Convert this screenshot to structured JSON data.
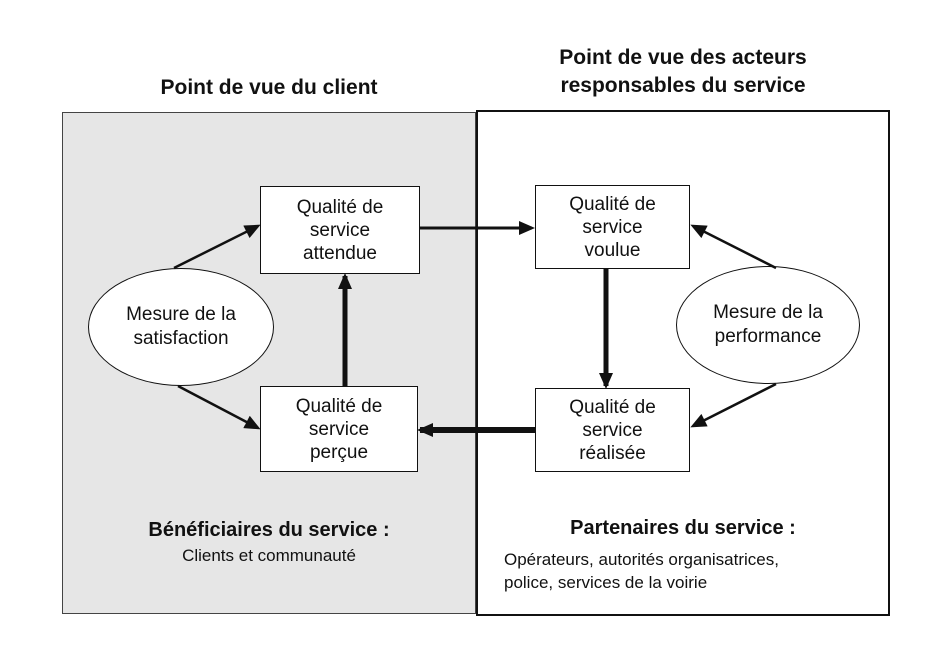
{
  "headings": {
    "client": "Point de vue du client",
    "actors_line1": "Point de vue des acteurs",
    "actors_line2": "responsables du service"
  },
  "boxes": {
    "attendue": [
      "Qualité de",
      "service",
      "attendue"
    ],
    "voulue": [
      "Qualité de",
      "service",
      "voulue"
    ],
    "percue": [
      "Qualité de",
      "service",
      "perçue"
    ],
    "realisee": [
      "Qualité de",
      "service",
      "réalisée"
    ]
  },
  "ovals": {
    "satisfaction": [
      "Mesure de la",
      "satisfaction"
    ],
    "performance": [
      "Mesure de la",
      "performance"
    ]
  },
  "footers": {
    "beneficiaires_title": "Bénéficiaires du service :",
    "beneficiaires_text": "Clients et communauté",
    "partenaires_title": "Partenaires du service :",
    "partenaires_line1": "Opérateurs, autorités organisatrices,",
    "partenaires_line2": "police, services de la voirie"
  },
  "colors": {
    "left_panel": "#e6e6e6",
    "right_panel": "#ffffff",
    "stroke": "#111111"
  }
}
